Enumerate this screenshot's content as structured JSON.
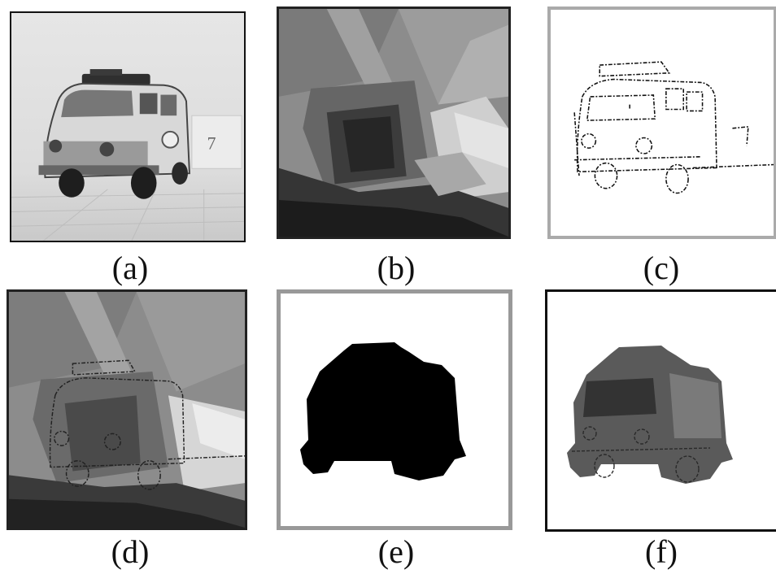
{
  "panels": [
    {
      "id": "a",
      "caption": "(a)"
    },
    {
      "id": "b",
      "caption": "(b)"
    },
    {
      "id": "c",
      "caption": "(c)"
    },
    {
      "id": "d",
      "caption": "(d)"
    },
    {
      "id": "e",
      "caption": "(e)"
    },
    {
      "id": "f",
      "caption": "(f)"
    }
  ],
  "scene_text": {
    "number_card": "7"
  }
}
